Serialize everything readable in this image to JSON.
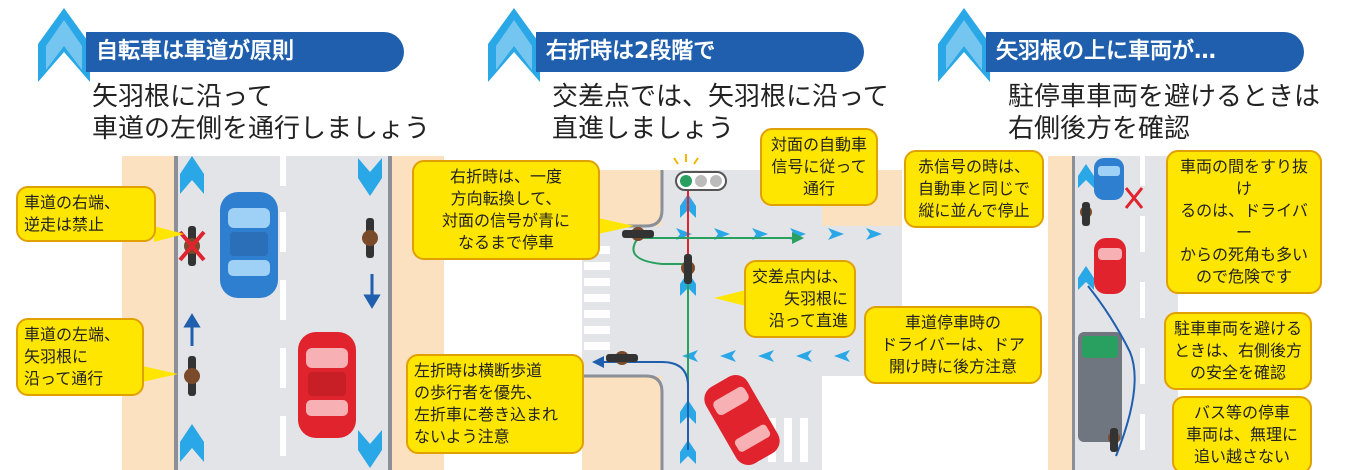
{
  "panels": [
    {
      "title": "自転車は車道が原則",
      "subtitle_line1": "矢羽根に沿って",
      "subtitle_line2": "車道の左側を通行しましょう",
      "callouts": [
        "車道の右端、\n逆走は禁止",
        "車道の左端、\n矢羽根に\n沿って通行"
      ]
    },
    {
      "title": "右折時は2段階で",
      "subtitle_line1": "交差点では、矢羽根に沿って",
      "subtitle_line2": "直進しましょう",
      "callouts": [
        "右折時は、一度\n方向転換して、\n対面の信号が青に\nなるまで停車",
        "対面の自動車\n信号に従って\n通行",
        "交差点内は、\n矢羽根に\n沿って直進",
        "左折時は横断歩道\nの歩行者を優先、\n左折車に巻き込まれ\nないよう注意"
      ]
    },
    {
      "title": "矢羽根の上に車両が…",
      "subtitle_line1": "駐停車車両を避けるときは",
      "subtitle_line2": "右側後方を確認",
      "callouts": [
        "赤信号の時は、\n自動車と同じで\n縦に並んで停止",
        "車両の間をすり抜け\nるのは、ドライバー\nからの死角も多い\nので危険です",
        "車道停車時の\nドライバーは、ドア\n開け時に後方注意",
        "駐車車両を避ける\nときは、右側後方\nの安全を確認",
        "バス等の停車\n車両は、無理に\n追い越さない"
      ]
    }
  ],
  "colors": {
    "header": "#1f5fad",
    "arrow": "#2aa7e6",
    "callout": "#ffe600",
    "road": "#e2e4e8",
    "sidewalk": "#fbe1bf",
    "car_blue": "#2f7fd0",
    "car_red": "#e0232c"
  }
}
